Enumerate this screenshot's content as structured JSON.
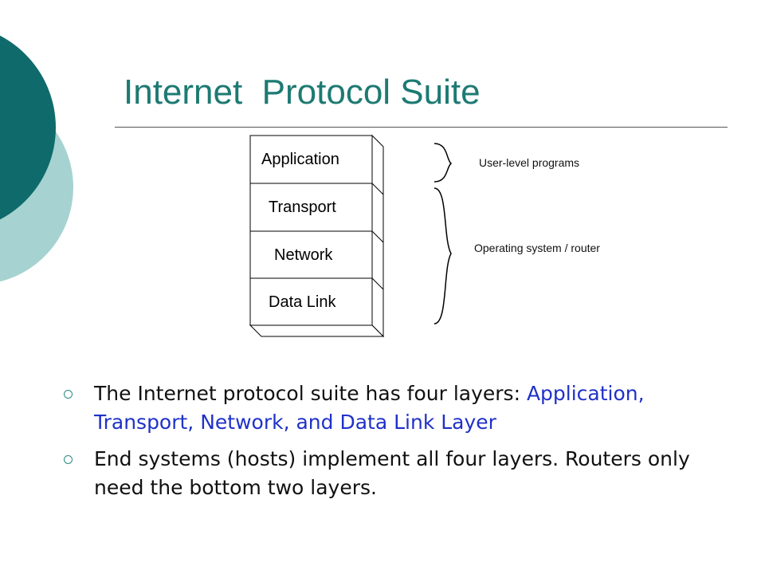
{
  "title": "Internet  Protocol Suite",
  "layers": [
    "Application",
    "Transport",
    "Network",
    "Data Link"
  ],
  "brace_labels": {
    "user": "User-level programs",
    "os": "Operating system / router"
  },
  "bullets": [
    {
      "intro": "The Internet protocol suite has four layers: ",
      "highlight": "Application, Transport, Network, and Data Link Layer"
    },
    {
      "text": "End systems (hosts) implement all four layers. Routers only need the bottom two layers."
    }
  ],
  "colors": {
    "accent_dark": "#0f6b6b",
    "accent_light": "#a6d3d1",
    "title": "#1d7a73",
    "highlight_text": "#1f31c8"
  }
}
